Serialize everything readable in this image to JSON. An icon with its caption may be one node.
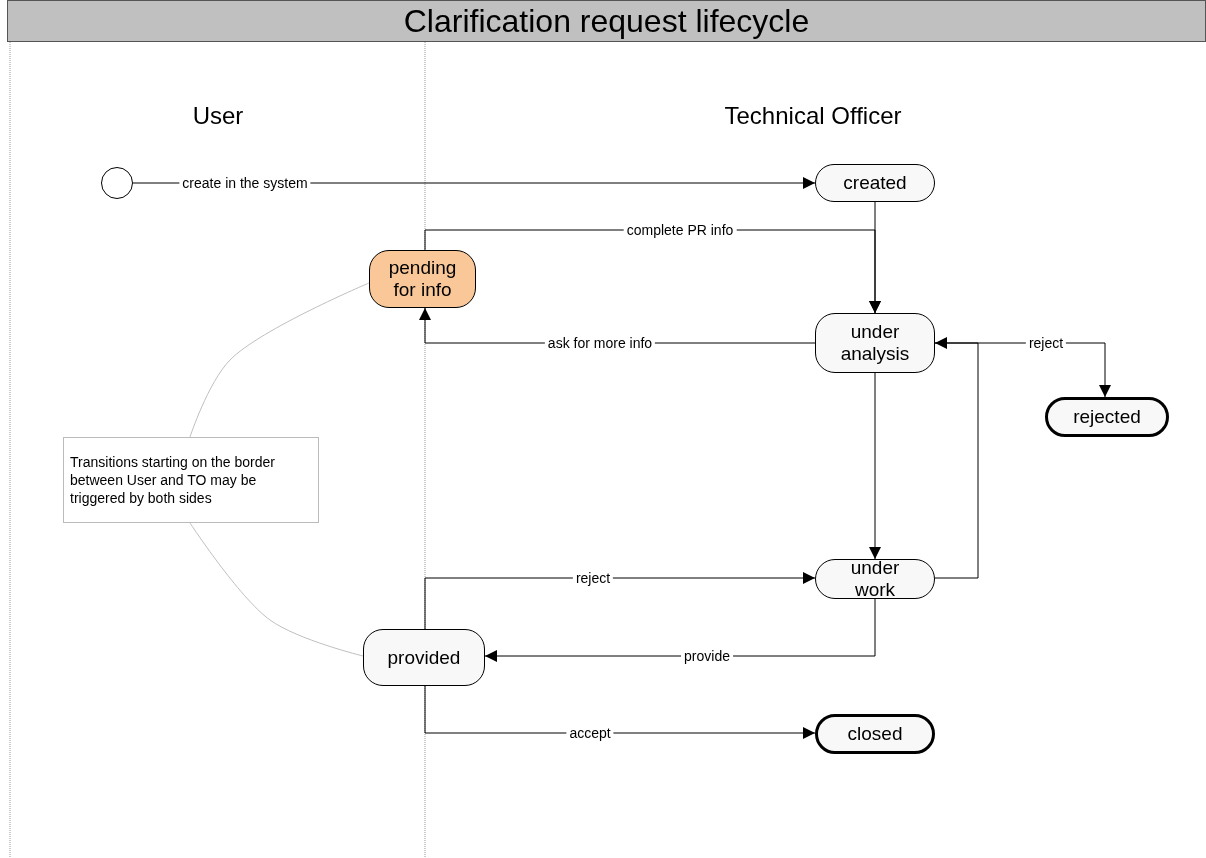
{
  "diagram": {
    "title": "Clarification request lifecycle",
    "nodes": [
      {
        "text": [],
        "shape": "circle"
      },
      {
        "text": [
          "created"
        ]
      },
      {
        "text": [
          "pending for info"
        ]
      },
      {
        "text": [
          "under analysis"
        ]
      },
      {
        "text": [
          "rejected"
        ]
      },
      {
        "text": [
          "Transitions starting on the border between User and TO may be triggered by both sides"
        ]
      },
      {
        "text": [
          "under work"
        ]
      },
      {
        "text": [
          "provided"
        ]
      },
      {
        "text": [
          "closed"
        ]
      }
    ],
    "edges": [
      {
        "from": 0,
        "to": 1,
        "arrow": "to",
        "label": "create in the system"
      },
      {
        "from": 2,
        "to": 3,
        "arrow": "to",
        "label": "complete PR info"
      },
      {
        "from": 1,
        "to": 3,
        "arrow": "to"
      },
      {
        "from": 3,
        "to": 2,
        "arrow": "to",
        "label": "ask for more info"
      },
      {
        "from": 3,
        "to": 4,
        "arrow": "to",
        "label": "reject"
      },
      {
        "from": 6,
        "to": 3,
        "arrow": "to"
      },
      {
        "from": 3,
        "to": 6,
        "arrow": "to"
      },
      {
        "from": 7,
        "to": 6,
        "arrow": "to",
        "label": "reject"
      },
      {
        "from": 6,
        "to": 7,
        "arrow": "to",
        "label": "provide"
      },
      {
        "from": 7,
        "to": 8,
        "arrow": "to",
        "label": "accept"
      },
      {
        "from": 5,
        "to": 2,
        "arrow": "none",
        "color": "#c0c0c0"
      },
      {
        "from": 5,
        "to": 7,
        "arrow": "none",
        "color": "#c0c0c0"
      }
    ],
    "labels": [
      "User",
      "Technical Officer"
    ]
  }
}
